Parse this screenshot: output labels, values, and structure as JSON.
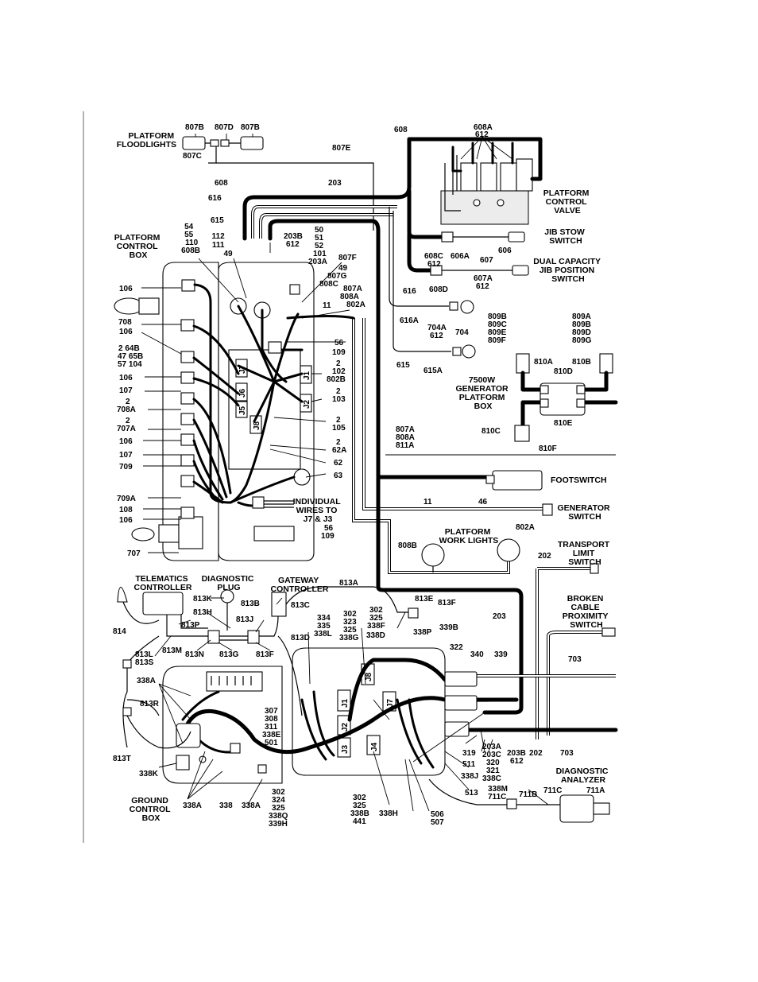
{
  "titles": {
    "platform_floodlights": [
      "PLATFORM",
      "FLOODLIGHTS"
    ],
    "platform_control_valve": [
      "PLATFORM",
      "CONTROL",
      "VALVE"
    ],
    "platform_control_box": [
      "PLATFORM",
      "CONTROL",
      "BOX"
    ],
    "jib_stow_switch": [
      "JIB STOW",
      "SWITCH"
    ],
    "dual_capacity": [
      "DUAL CAPACITY",
      "JIB POSITION",
      "SWITCH"
    ],
    "generator_platform_box": [
      "7500W",
      "GENERATOR",
      "PLATFORM",
      "BOX"
    ],
    "footswitch": [
      "FOOTSWITCH"
    ],
    "generator_switch": [
      "GENERATOR",
      "SWITCH"
    ],
    "platform_work_lights": [
      "PLATFORM",
      "WORK LIGHTS"
    ],
    "transport_limit_switch": [
      "TRANSPORT",
      "LIMIT",
      "SWITCH"
    ],
    "broken_cable": [
      "BROKEN",
      "CABLE",
      "PROXIMITY",
      "SWITCH"
    ],
    "individual_wires": [
      "INDIVIDUAL",
      "WIRES TO",
      "J7 & J3"
    ],
    "telematics_controller": [
      "TELEMATICS",
      "CONTROLLER"
    ],
    "diagnostic_plug": [
      "DIAGNOSTIC",
      "PLUG"
    ],
    "gateway_controller": [
      "GATEWAY",
      "CONTROLLER"
    ],
    "ground_control_box": [
      "GROUND",
      "CONTROL",
      "BOX"
    ],
    "diagnostic_analyzer": [
      "DIAGNOSTIC",
      "ANALYZER"
    ]
  },
  "connectors": {
    "platform_box": [
      "J7",
      "J6",
      "J5",
      "J8",
      "J1",
      "J2"
    ],
    "ground_box": [
      "J8",
      "J1",
      "J7",
      "J2",
      "J3",
      "J4"
    ]
  },
  "labels": {
    "l_807B_a": "807B",
    "l_807D": "807D",
    "l_807B_b": "807B",
    "l_807C": "807C",
    "l_807E": "807E",
    "l_608_top": "608",
    "l_608A": "608A",
    "l_612_top": "612",
    "l_608_left": "608",
    "l_203_top": "203",
    "l_616_top": "616",
    "l_615_top": "615",
    "g_pcb_left": [
      "54",
      "55",
      "110",
      "608B"
    ],
    "g_112": [
      "112",
      "111",
      "49"
    ],
    "g_203B": [
      "203B",
      "612"
    ],
    "g_50": [
      "50",
      "51",
      "52",
      "101",
      "203A"
    ],
    "g_807F": [
      "807F",
      "49",
      "807G",
      "808C"
    ],
    "g_807A": [
      "807A",
      "808A",
      "802A"
    ],
    "l_11_top": "11",
    "l_608C": [
      "608C",
      "612"
    ],
    "l_606A": "606A",
    "l_606": "606",
    "l_607": "607",
    "l_607A": [
      "607A",
      "612"
    ],
    "l_608D": "608D",
    "l_616": "616",
    "l_616A": "616A",
    "l_704A": [
      "704A",
      "612"
    ],
    "l_704": "704",
    "l_615": "615",
    "l_615A": "615A",
    "g_809L": [
      "809B",
      "809C",
      "809E",
      "809F"
    ],
    "g_809R": [
      "809A",
      "809B",
      "809D",
      "809G"
    ],
    "l_810A": "810A",
    "l_810D": "810D",
    "l_810B": "810B",
    "l_810E": "810E",
    "l_810C": "810C",
    "l_810F": "810F",
    "g_807A_low": [
      "807A",
      "808A",
      "811A"
    ],
    "l_11_low": "11",
    "l_46": "46",
    "l_802A_low": "802A",
    "l_808B": "808B",
    "l_202_top": "202",
    "l_56": "56",
    "l_109": "109",
    "g_2_102": [
      "2",
      "102",
      "802B"
    ],
    "g_2_103": [
      "2",
      "103"
    ],
    "g_2_105": [
      "2",
      "105"
    ],
    "g_2_62A": [
      "2",
      "62A"
    ],
    "l_62": "62",
    "l_63": "63",
    "g_56_109": [
      "56",
      "109"
    ],
    "l_106_a": "106",
    "l_708": "708",
    "l_106_b": "106",
    "g_2_64B": [
      "2  64B",
      "47  65B",
      "57  104"
    ],
    "l_106_c": "106",
    "l_107_a": "107",
    "g_2_708A": [
      "2",
      "708A"
    ],
    "g_2_707A": [
      "2",
      "707A"
    ],
    "l_106_d": "106",
    "l_107_b": "107",
    "l_709": "709",
    "l_709A": "709A",
    "l_108": "108",
    "l_106_e": "106",
    "l_707": "707",
    "l_813A": "813A",
    "l_813K": "813K",
    "l_813H": "813H",
    "l_813B": "813B",
    "l_813C": "813C",
    "l_813J": "813J",
    "l_813P": "813P",
    "l_814": "814",
    "l_813M": "813M",
    "l_813N": "813N",
    "l_813G": "813G",
    "l_813F_a": "813F",
    "l_813D": "813D",
    "g_813LS": [
      "813L",
      "813S"
    ],
    "l_813R": "813R",
    "l_813T": "813T",
    "l_338A_a": "338A",
    "l_338K": "338K",
    "g_334": [
      "334",
      "335",
      "338L"
    ],
    "g_302a": [
      "302",
      "323",
      "325",
      "338G"
    ],
    "g_302b": [
      "302",
      "325",
      "338F"
    ],
    "l_813E": "813E",
    "l_813F_b": "813F",
    "l_338D": "338D",
    "l_338P": "338P",
    "l_339B": "339B",
    "l_322": "322",
    "l_340": "340",
    "l_339": "339",
    "l_203_mid": "203",
    "g_307": [
      "307",
      "308",
      "311",
      "338E",
      "501"
    ],
    "l_703": "703",
    "g_203A": [
      "203A",
      "203C",
      "320",
      "321",
      "338C"
    ],
    "g_203B_low": [
      "203B",
      "612"
    ],
    "l_202_low": "202",
    "l_703_low": "703",
    "l_319": "319",
    "l_511": "511",
    "l_338J": "338J",
    "l_513": "513",
    "g_338M": [
      "338M",
      "711C"
    ],
    "l_711B": "711B",
    "l_711C": "711C",
    "l_711A": "711A",
    "l_338A_b": "338A",
    "l_338_b": "338",
    "l_338A_c": "338A",
    "g_302c": [
      "302",
      "324",
      "325",
      "338Q",
      "339H"
    ],
    "g_302d": [
      "302",
      "325",
      "338B",
      "441"
    ],
    "l_338H": "338H",
    "g_506": [
      "506",
      "507"
    ]
  }
}
